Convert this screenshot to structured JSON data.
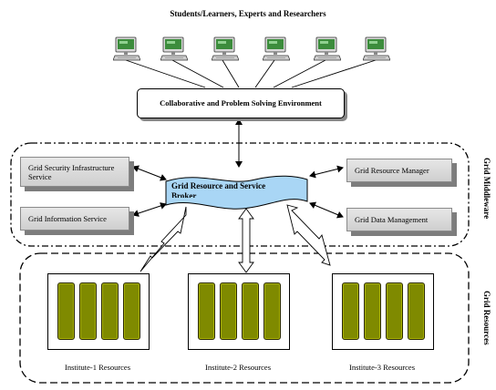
{
  "title": "Students/Learners, Experts and Researchers",
  "environment_label": "Collaborative and Problem Solving Environment",
  "workstation_count": 6,
  "broker_label": "Grid Resource and Service Broker",
  "services_left": [
    {
      "label": "Grid Security Infrastructure Service"
    },
    {
      "label": "Grid Information Service"
    }
  ],
  "services_right": [
    {
      "label": "Grid Resource Manager"
    },
    {
      "label": "Grid Data Management"
    }
  ],
  "middleware_label": "Grid Middleware",
  "resources_label": "Grid Resources",
  "institutes": [
    {
      "label": "Institute-1 Resources",
      "units": 4
    },
    {
      "label": "Institute-2 Resources",
      "units": 4
    },
    {
      "label": "Institute-3 Resources",
      "units": 4
    }
  ],
  "colors": {
    "broker_fill": "#a9d6f5",
    "unit_fill": "#7f8a00",
    "service_fill": "#d8d8d8",
    "shadow": "#7d7d7d"
  }
}
